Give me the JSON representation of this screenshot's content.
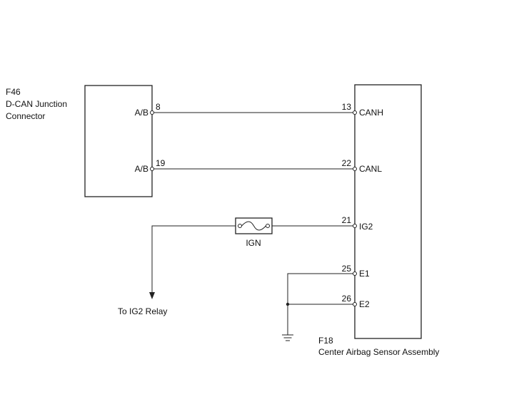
{
  "connector_f46": {
    "id": "F46",
    "name_line1": "D-CAN Junction",
    "name_line2": "Connector",
    "pins": [
      {
        "number": "8",
        "label": "A/B"
      },
      {
        "number": "19",
        "label": "A/B"
      }
    ]
  },
  "assembly_f18": {
    "id": "F18",
    "name": "Center Airbag Sensor Assembly",
    "pins": [
      {
        "number": "13",
        "label": "CANH"
      },
      {
        "number": "22",
        "label": "CANL"
      },
      {
        "number": "21",
        "label": "IG2"
      },
      {
        "number": "25",
        "label": "E1"
      },
      {
        "number": "26",
        "label": "E2"
      }
    ]
  },
  "fuse": {
    "label": "IGN"
  },
  "destination": {
    "label": "To IG2 Relay"
  },
  "ground": {
    "icon": "ground-icon"
  },
  "colors": {
    "line": "#222222",
    "background": "#ffffff"
  }
}
